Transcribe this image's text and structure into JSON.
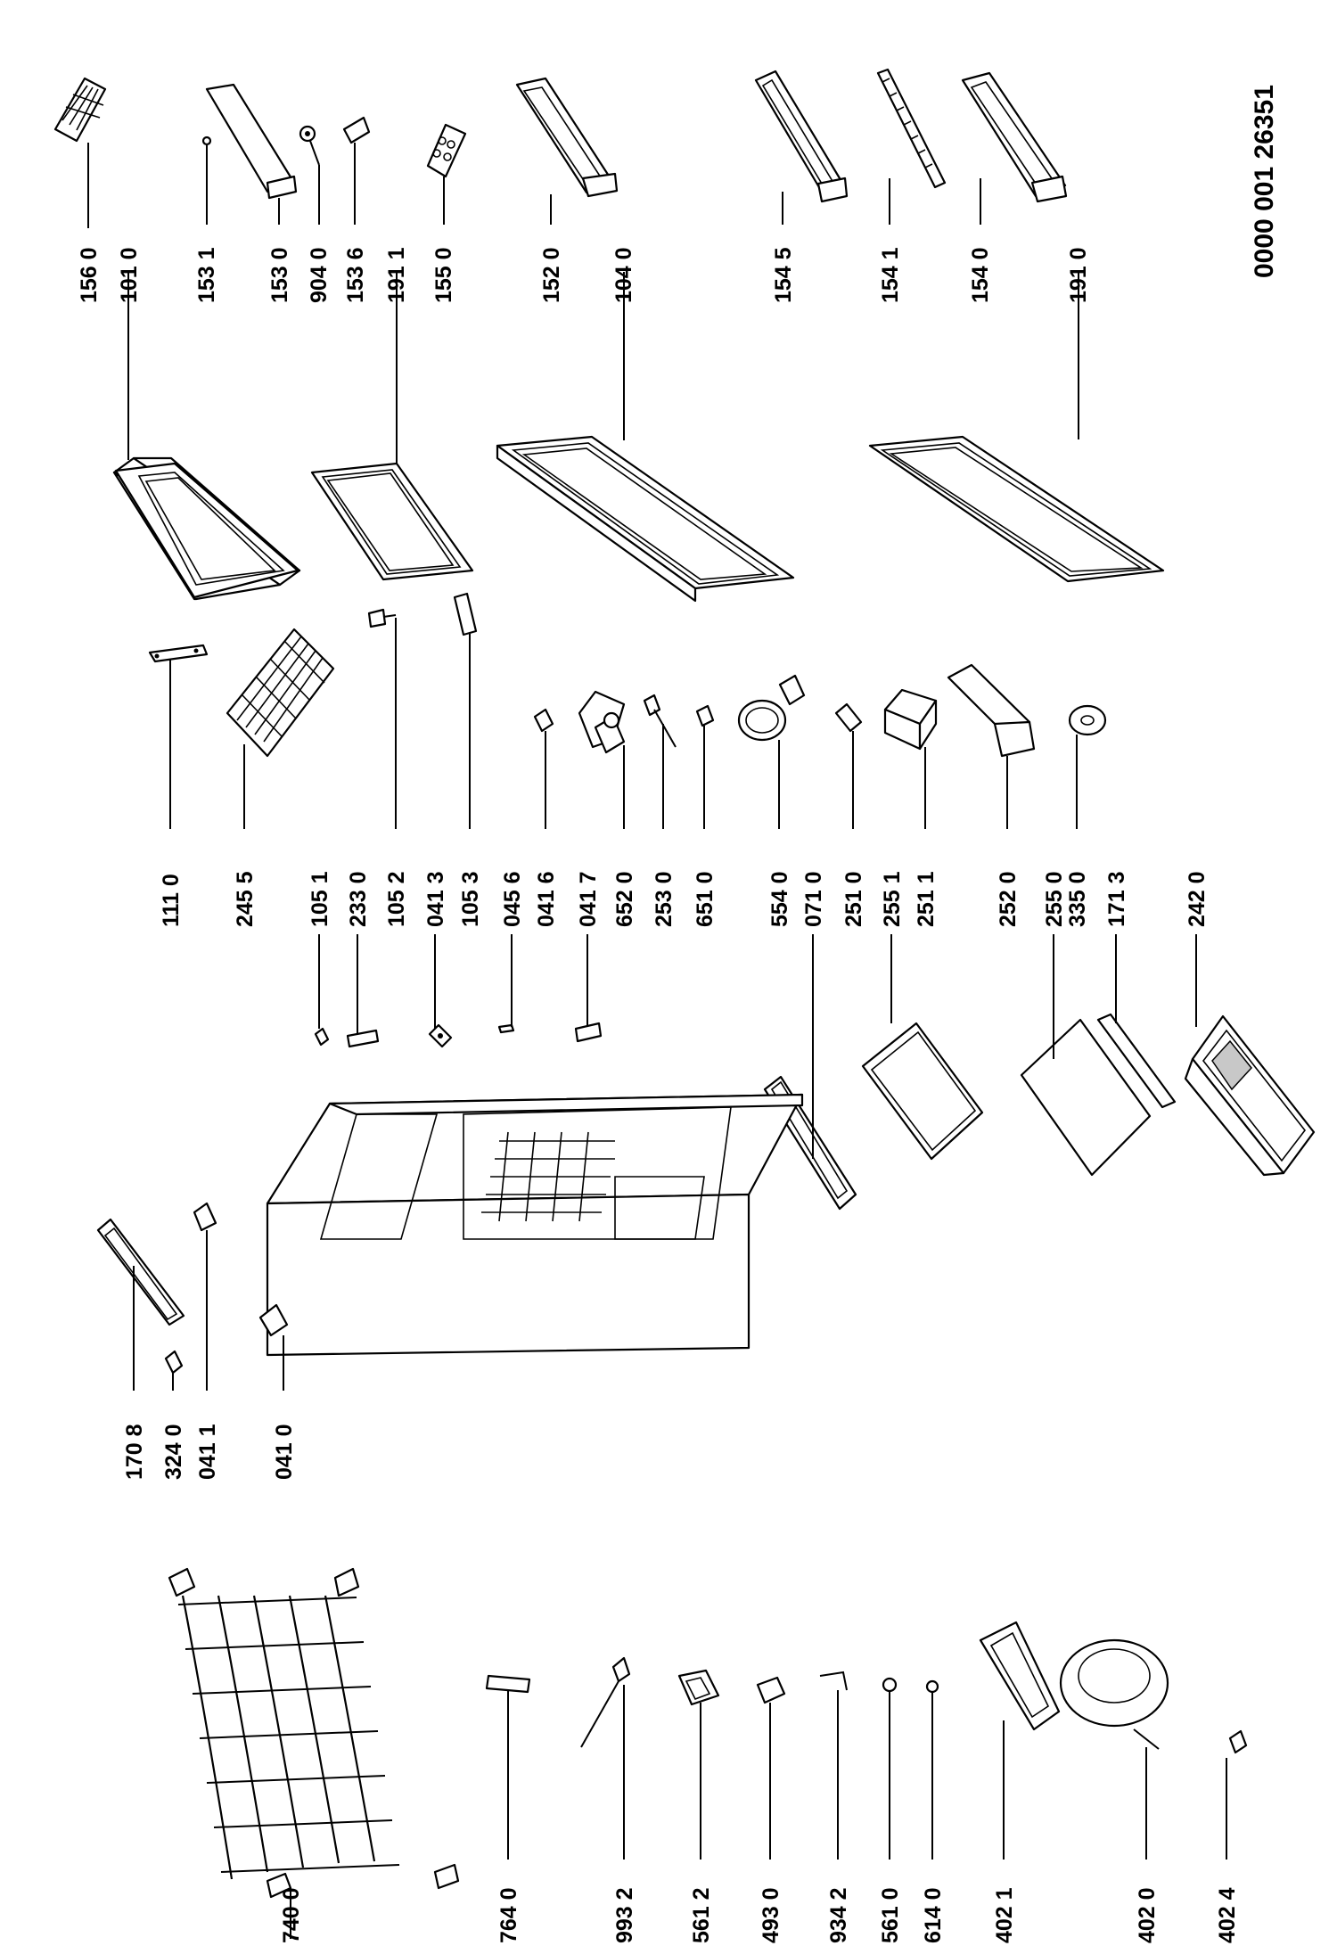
{
  "document_number": "0000 001 26351",
  "part_labels": [
    "156 0",
    "101 0",
    "153 1",
    "153 0",
    "904 0",
    "153 6",
    "191 1",
    "155 0",
    "152 0",
    "104 0",
    "154 5",
    "154 1",
    "154 0",
    "191 0",
    "111 0",
    "245 5",
    "105 1",
    "233 0",
    "105 2",
    "041 3",
    "105 3",
    "045 6",
    "041 6",
    "041 7",
    "652 0",
    "253 0",
    "651 0",
    "554 0",
    "071 0",
    "251 0",
    "255 1",
    "251 1",
    "252 0",
    "255 0",
    "335 0",
    "171 3",
    "242 0",
    "170 8",
    "324 0",
    "041 1",
    "041 0",
    "740 0",
    "764 0",
    "993 2",
    "561 2",
    "493 0",
    "934 2",
    "561 0",
    "614 0",
    "402 1",
    "402 0",
    "402 4"
  ]
}
